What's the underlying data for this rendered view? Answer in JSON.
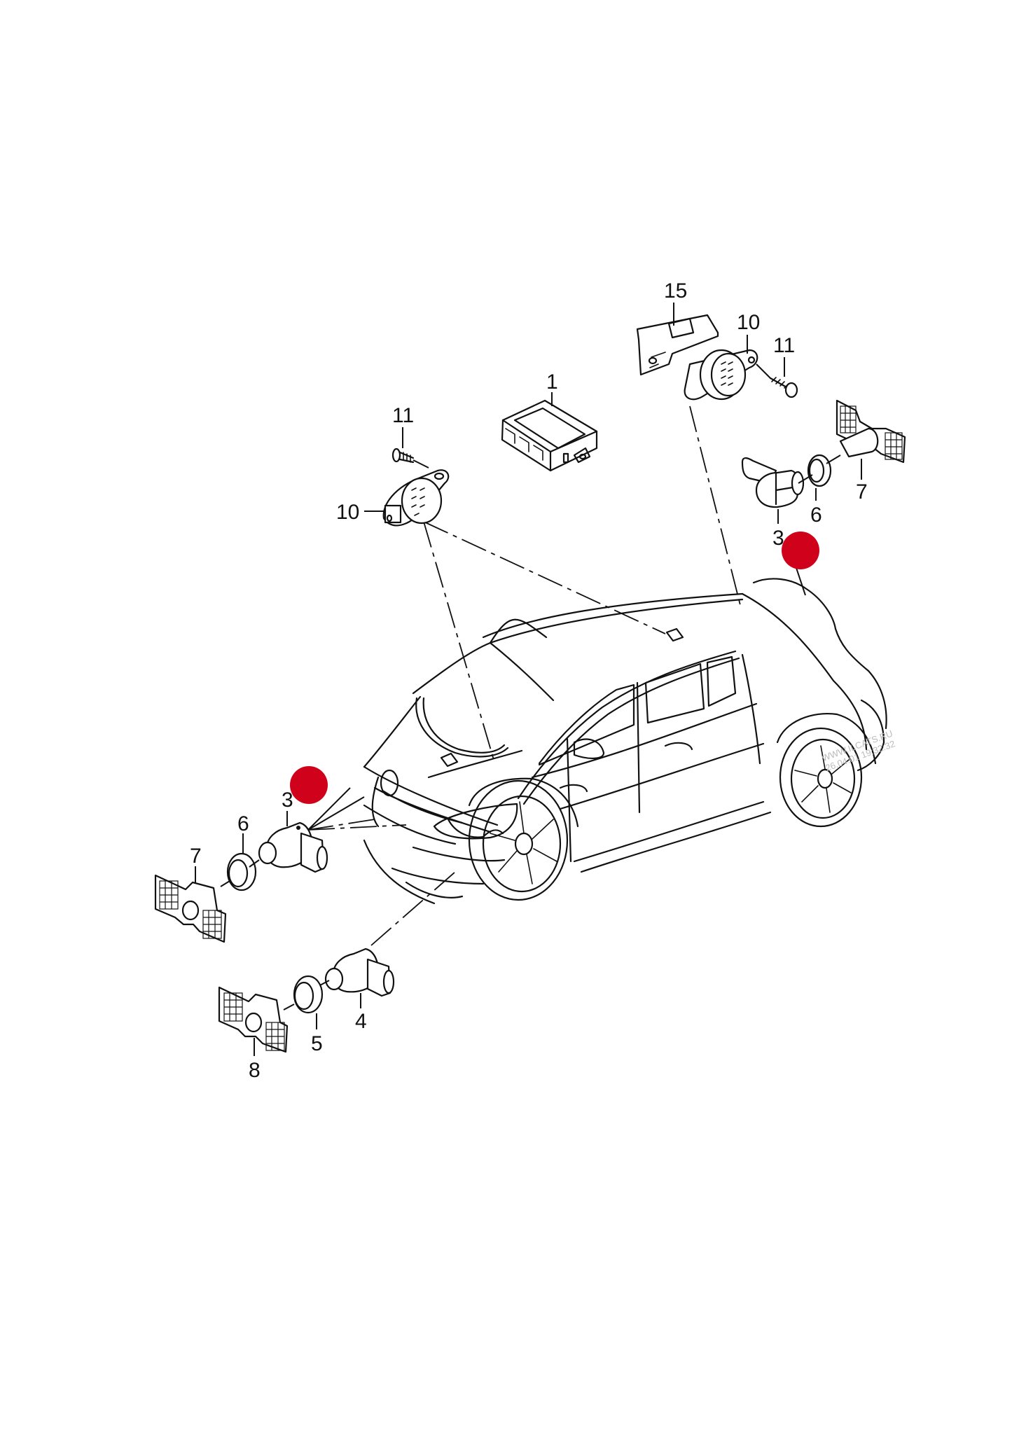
{
  "diagram": {
    "type": "exploded-parts-diagram",
    "subject": "Parking aid system (park distance control) - hatchback vehicle",
    "colors": {
      "line": "#111111",
      "background": "#ffffff",
      "marker": "#d0021b"
    },
    "callouts": [
      {
        "id": "c15",
        "label": "15",
        "part": "bracket"
      },
      {
        "id": "c10a",
        "label": "10",
        "part": "warning-buzzer-rear"
      },
      {
        "id": "c11a",
        "label": "11",
        "part": "screw-rear"
      },
      {
        "id": "c1",
        "label": "1",
        "part": "control-unit"
      },
      {
        "id": "c11b",
        "label": "11",
        "part": "screw-front"
      },
      {
        "id": "c10b",
        "label": "10",
        "part": "warning-buzzer-front"
      },
      {
        "id": "c7a",
        "label": "7",
        "part": "sensor-bracket-rear"
      },
      {
        "id": "c6a",
        "label": "6",
        "part": "retaining-ring-rear"
      },
      {
        "id": "c3a",
        "label": "3",
        "part": "parking-sensor-rear"
      },
      {
        "id": "c3b",
        "label": "3",
        "part": "parking-sensor-front"
      },
      {
        "id": "c6b",
        "label": "6",
        "part": "retaining-ring-front"
      },
      {
        "id": "c7b",
        "label": "7",
        "part": "sensor-bracket-front"
      },
      {
        "id": "c4",
        "label": "4",
        "part": "parking-sensor-front-lower"
      },
      {
        "id": "c5",
        "label": "5",
        "part": "retaining-ring-lower"
      },
      {
        "id": "c8",
        "label": "8",
        "part": "sensor-bracket-lower"
      }
    ],
    "markers": [
      {
        "id": "m-rear",
        "color": "#d0021b",
        "note": "highlighted rear sensor position"
      },
      {
        "id": "m-front",
        "color": "#d0021b",
        "note": "highlighted front sensor position"
      }
    ],
    "watermark": {
      "line1": "WWW.ILCATS.RU",
      "line2": "26.04.01 19:32:32"
    }
  }
}
